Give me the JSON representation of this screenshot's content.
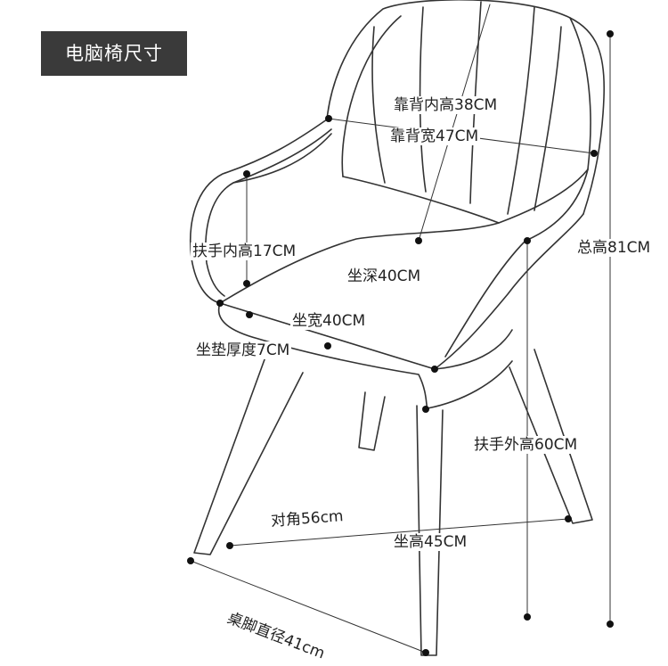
{
  "title": "电脑椅尺寸",
  "colors": {
    "badge_bg": "#3a3a3a",
    "line": "#333333",
    "text": "#222222"
  },
  "labels": {
    "back_inner_height": "靠背内高38CM",
    "back_width": "靠背宽47CM",
    "armrest_inner_height": "扶手内高17CM",
    "seat_depth": "坐深40CM",
    "seat_width": "坐宽40CM",
    "cushion_thickness": "坐垫厚度7CM",
    "total_height": "总高81CM",
    "armrest_outer_height": "扶手外高60CM",
    "diagonal": "对角56cm",
    "seat_height": "坐高45CM",
    "leg_diameter": "桌脚直径41cm"
  }
}
